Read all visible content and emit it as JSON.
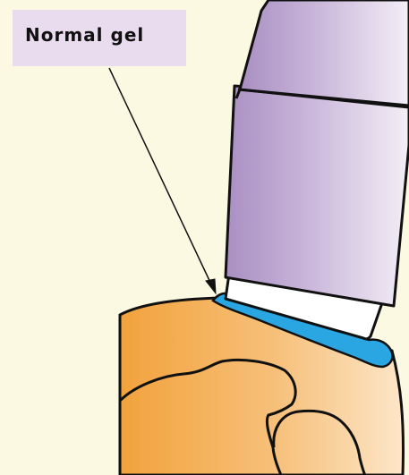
{
  "labels": {
    "normal_gel": "Normal gel"
  },
  "colors": {
    "background": "#fcf9e3",
    "label_background": "#e9dcee",
    "probe_light": "#e6dcf0",
    "probe_dark": "#a98fc2",
    "gel": "#2aa6e2",
    "skin_dark": "#f2a23c",
    "skin_light": "#fbe2bf",
    "outline": "#111111"
  },
  "icons": {
    "probe": "ultrasound-probe",
    "gel": "gel-layer",
    "skin": "skin-surface"
  }
}
